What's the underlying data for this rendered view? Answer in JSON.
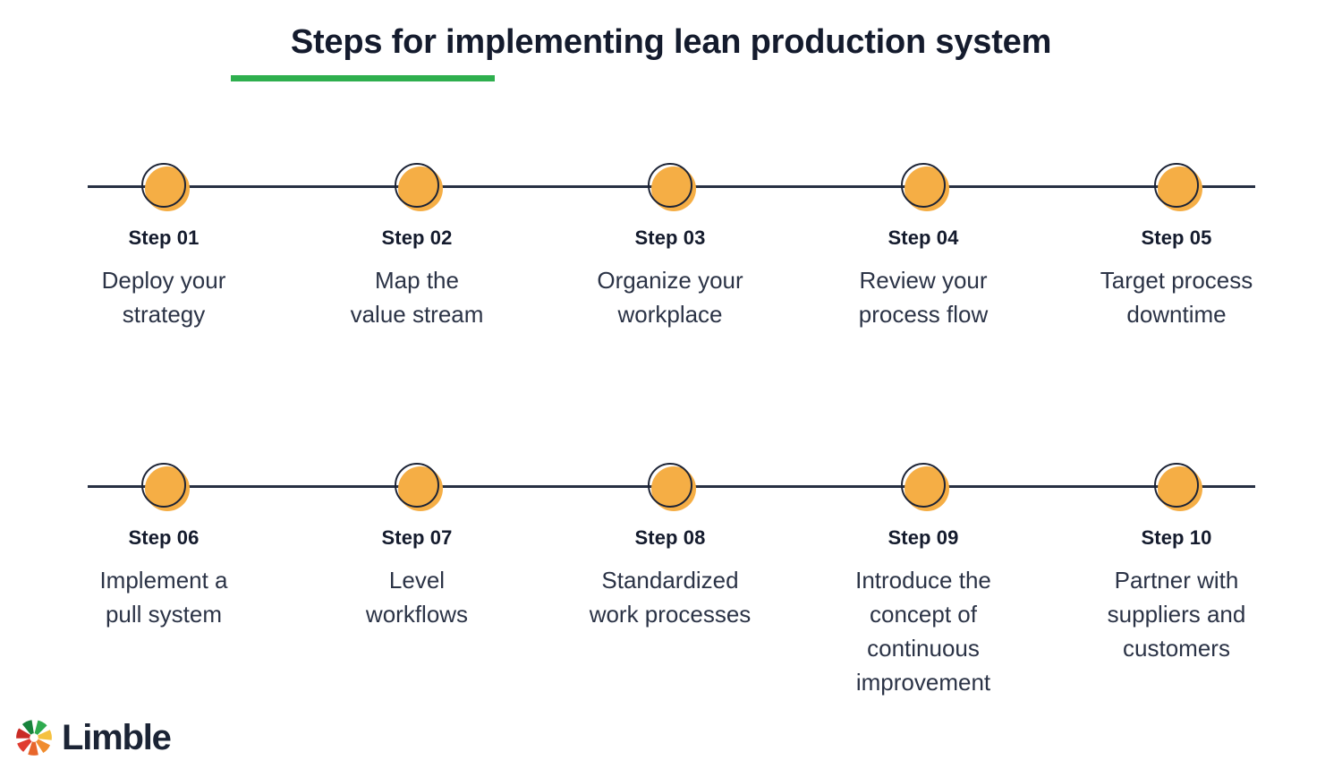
{
  "title": {
    "text": "Steps for implementing lean production system",
    "underline_color": "#2eaf4e"
  },
  "theme": {
    "marker_fill": "#f5ae45",
    "marker_stroke": "#1d2436",
    "axis_color": "#273043",
    "text_color": "#141b2d",
    "body_text_color": "#2b3346",
    "background": "#ffffff"
  },
  "rows": [
    {
      "steps": [
        {
          "label": "Step 01",
          "description": "Deploy your\nstrategy"
        },
        {
          "label": "Step 02",
          "description": "Map the\nvalue stream"
        },
        {
          "label": "Step 03",
          "description": "Organize your\nworkplace"
        },
        {
          "label": "Step 04",
          "description": "Review your\nprocess flow"
        },
        {
          "label": "Step 05",
          "description": "Target process\ndowntime"
        }
      ]
    },
    {
      "steps": [
        {
          "label": "Step 06",
          "description": "Implement a\npull system"
        },
        {
          "label": "Step 07",
          "description": "Level\nworkflows"
        },
        {
          "label": "Step 08",
          "description": "Standardized\nwork processes"
        },
        {
          "label": "Step 09",
          "description": "Introduce the\nconcept of\ncontinuous\nimprovement"
        },
        {
          "label": "Step 10",
          "description": "Partner with\nsuppliers and\ncustomers"
        }
      ]
    }
  ],
  "logo": {
    "wordmark": "Limble",
    "mark_colors": {
      "green": "#2fab4f",
      "green_dark": "#18833c",
      "yellow": "#f5c13f",
      "orange": "#f08c2e",
      "red": "#e03b2f",
      "red_dark": "#c92b25"
    }
  }
}
